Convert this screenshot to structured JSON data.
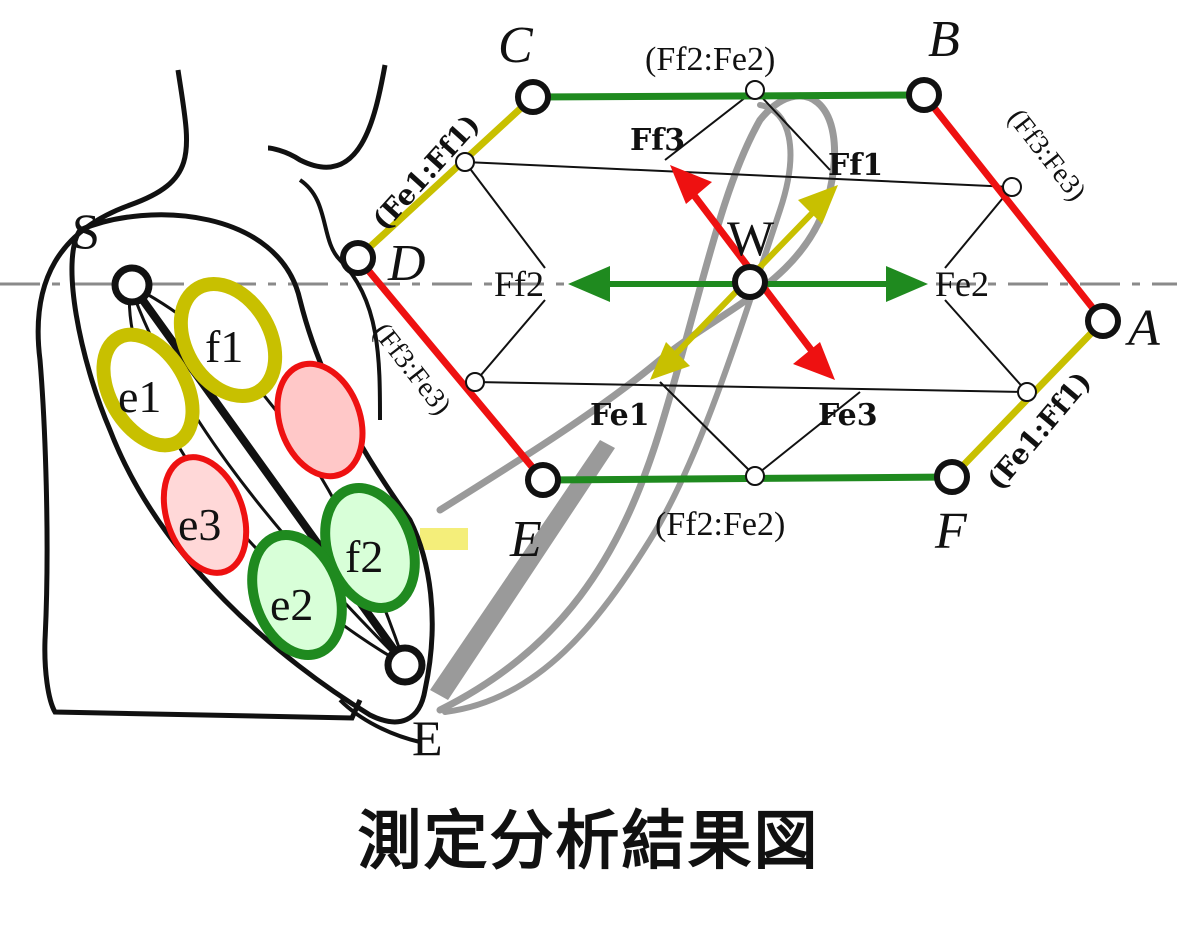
{
  "caption": "測定分析結果図",
  "colors": {
    "green": "#1f8a1f",
    "red": "#ee1111",
    "yellow": "#c8c000",
    "gray": "#9a9a9a",
    "black": "#111111"
  },
  "arm": {
    "shoulder_label": "S",
    "endpoint_label": "E",
    "muscles": {
      "f1": "f1",
      "e1": "e1",
      "e3": "e3",
      "e2": "e2",
      "f2": "f2"
    }
  },
  "hexagon": {
    "vertices": {
      "A": "A",
      "B": "B",
      "C": "C",
      "D": "D",
      "E": "E",
      "F": "F"
    },
    "center": "W",
    "edge_labels": {
      "top": "(Ff2:Fe2)",
      "bottom": "(Ff2:Fe2)",
      "upper_left": "(Fe1:Ff1)",
      "lower_right": "(Fe1:Ff1)",
      "upper_right": "(Ff3:Fe3)",
      "lower_left": "(Ff3:Fe3)"
    },
    "force_labels": {
      "Ff1": "Ff1",
      "Ff2": "Ff2",
      "Ff3": "Ff3",
      "Fe1": "Fe1",
      "Fe2": "Fe2",
      "Fe3": "Fe3"
    }
  }
}
